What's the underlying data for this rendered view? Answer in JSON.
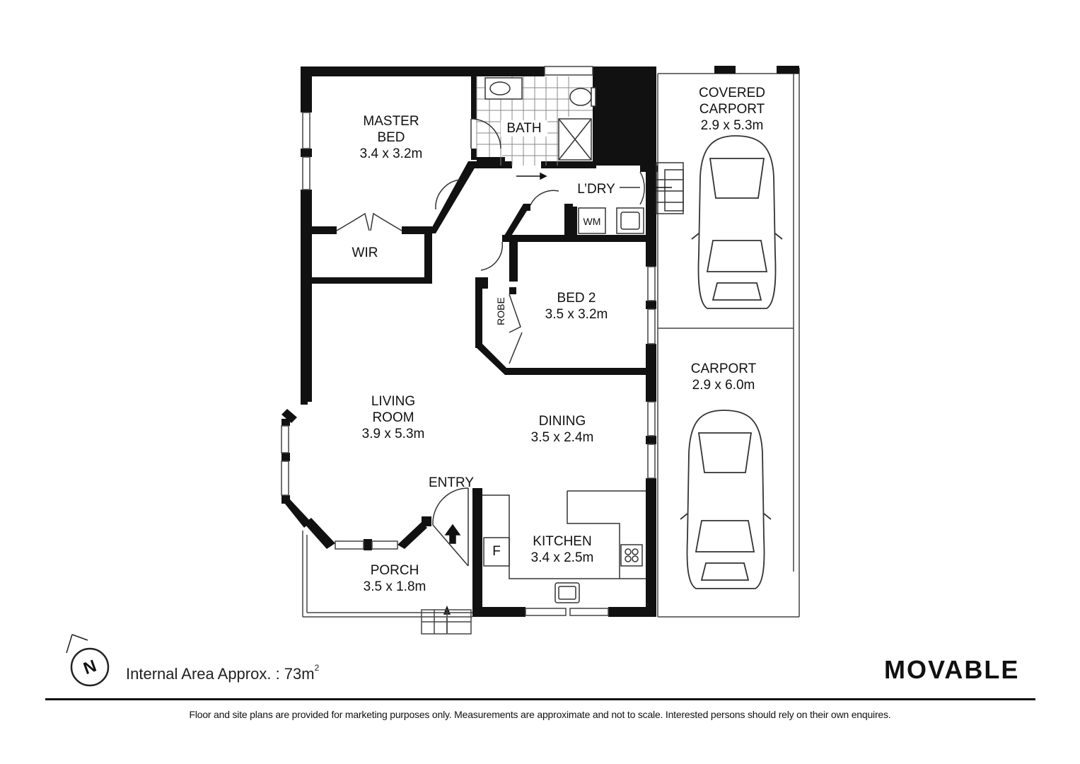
{
  "rooms": {
    "master_bed": {
      "name_line1": "MASTER",
      "name_line2": "BED",
      "size": "3.4 x 3.2m"
    },
    "bath": {
      "name": "BATH"
    },
    "laundry": {
      "name": "L’DRY"
    },
    "wm": {
      "name": "WM"
    },
    "wir": {
      "name": "WIR"
    },
    "robe": {
      "name": "ROBE"
    },
    "bed2": {
      "name": "BED 2",
      "size": "3.5 x 3.2m"
    },
    "living": {
      "name_line1": "LIVING",
      "name_line2": "ROOM",
      "size": "3.9 x 5.3m"
    },
    "dining": {
      "name": "DINING",
      "size": "3.5 x 2.4m"
    },
    "entry": {
      "name": "ENTRY"
    },
    "kitchen": {
      "name": "KITCHEN",
      "size": "3.4 x 2.5m"
    },
    "fridge": {
      "name": "F"
    },
    "porch": {
      "name": "PORCH",
      "size": "3.5 x 1.8m"
    },
    "covered_carport": {
      "name_line1": "COVERED",
      "name_line2": "CARPORT",
      "size": "2.9 x 5.3m"
    },
    "carport": {
      "name": "CARPORT",
      "size": "2.9 x 6.0m"
    }
  },
  "compass": {
    "letter": "N"
  },
  "area": {
    "label": "Internal Area Approx. : 73m",
    "superscript": "2"
  },
  "brand": {
    "name": "MOVABLE"
  },
  "disclaimer": "Floor and site plans are provided for marketing purposes only. Measurements are approximate and not to scale. Interested persons should rely on their own enquires."
}
